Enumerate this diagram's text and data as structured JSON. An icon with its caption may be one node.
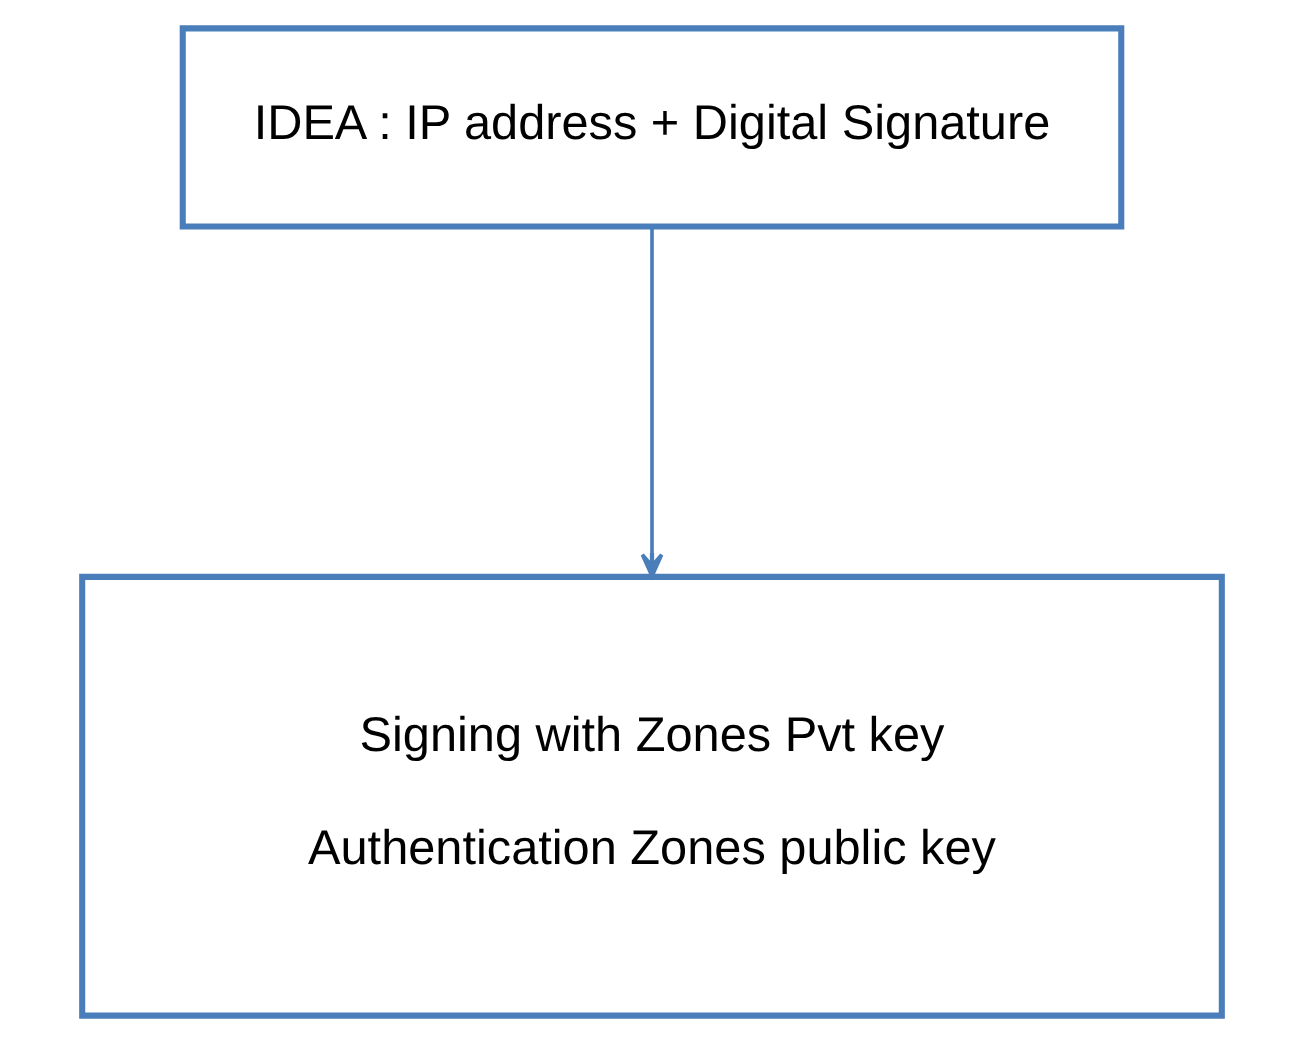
{
  "diagram": {
    "nodes": [
      {
        "text": [
          "IDEA : IP address + Digital Signature"
        ]
      },
      {
        "text": [
          "Signing with Zones Pvt key",
          "Authentication Zones public key"
        ]
      }
    ],
    "edges": [
      {
        "from": 0,
        "to": 1,
        "arrow": "to"
      }
    ]
  }
}
